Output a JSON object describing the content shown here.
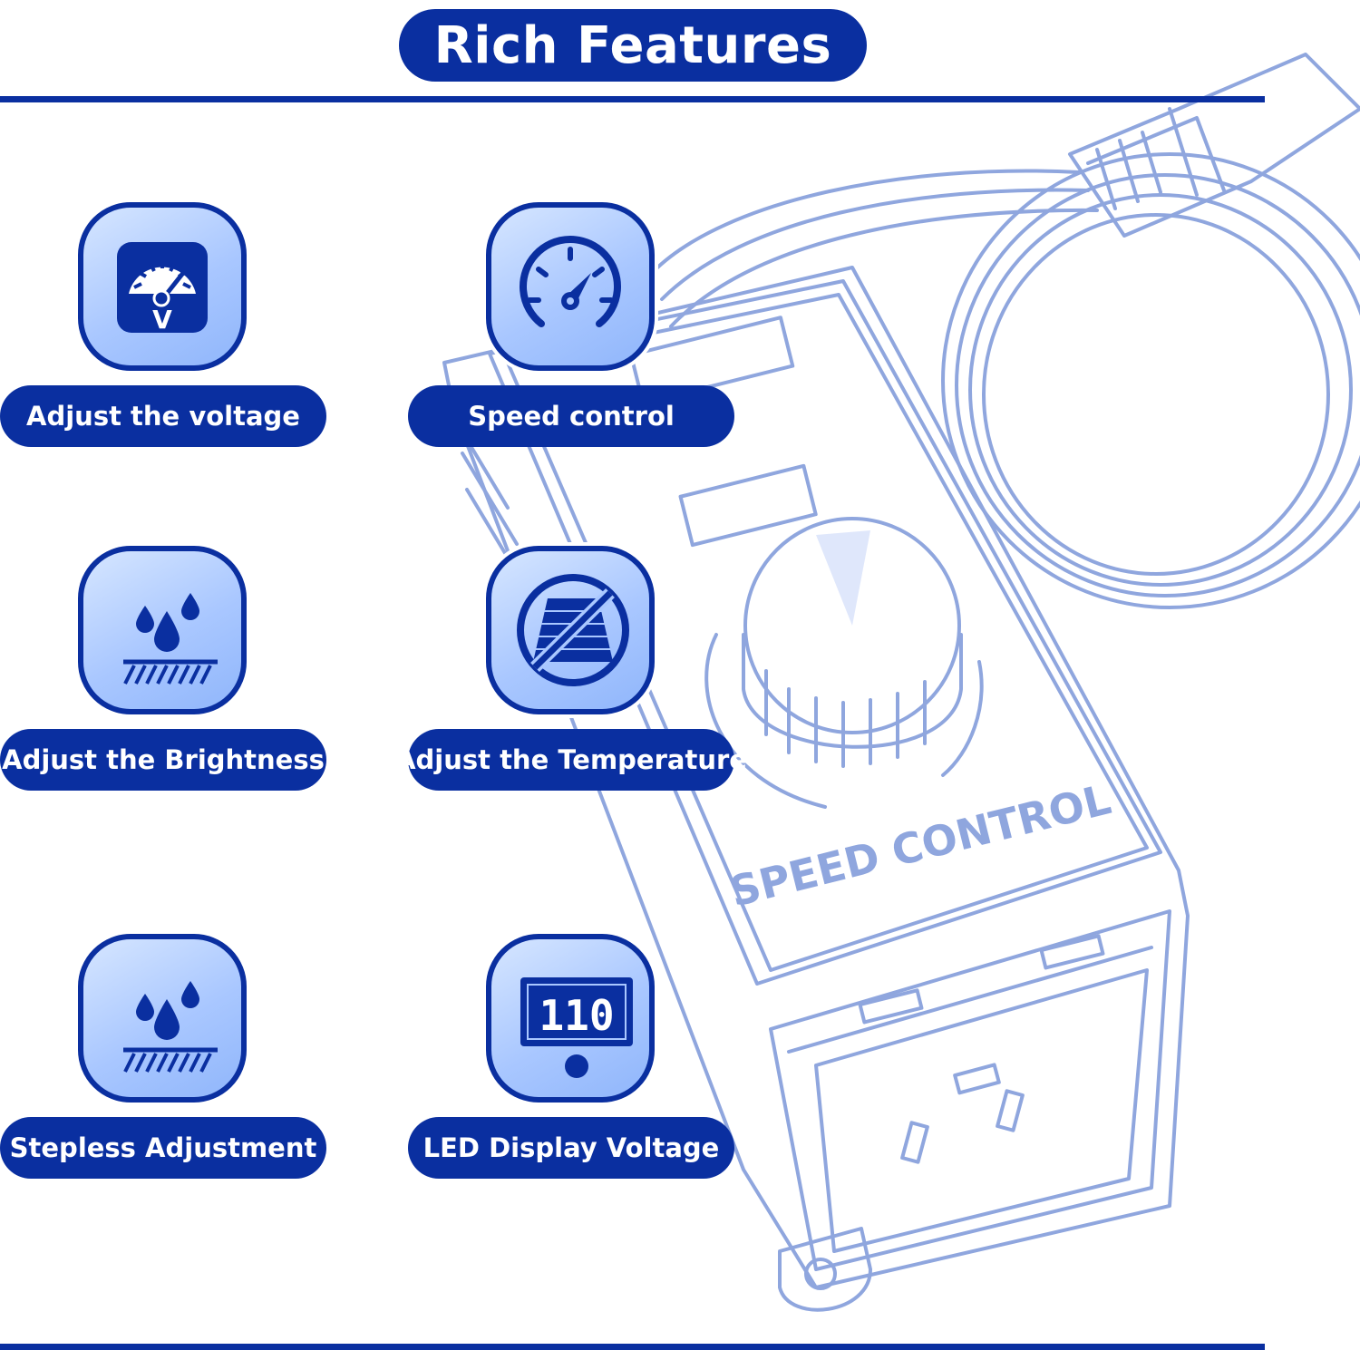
{
  "title": "Rich Features",
  "colors": {
    "brand_blue": "#0a2fa0",
    "illustration_stroke": "#8fa6de",
    "tile_fill": "#a9c7ff"
  },
  "features": [
    {
      "label": "Adjust the voltage",
      "icon": "voltmeter-icon"
    },
    {
      "label": "Speed control",
      "icon": "speedometer-icon"
    },
    {
      "label": "Adjust the Brightness",
      "icon": "water-drops-icon"
    },
    {
      "label": "Adjust the Temperature",
      "icon": "no-heat-icon"
    },
    {
      "label": "Stepless Adjustment",
      "icon": "water-drops-icon"
    },
    {
      "label": "LED Display Voltage",
      "icon": "led-display-icon"
    }
  ],
  "icons": {
    "voltmeter_letter": "V",
    "led_digits": "110"
  },
  "device": {
    "label": "SPEED CONTROL"
  }
}
